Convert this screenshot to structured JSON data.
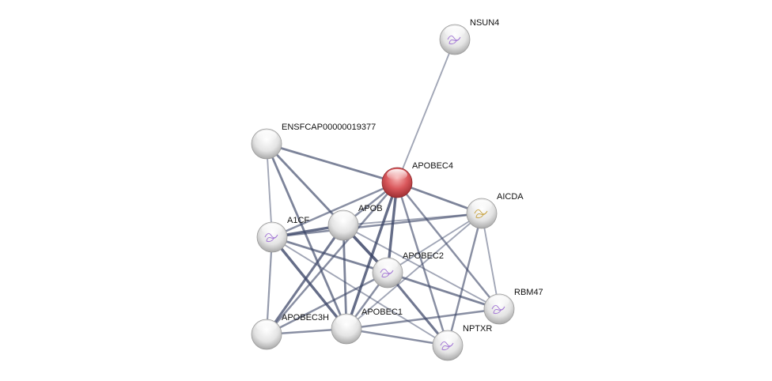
{
  "network": {
    "nodes": [
      {
        "id": "NSUN4",
        "label": "NSUN4",
        "query": false,
        "structure": "purple"
      },
      {
        "id": "ENSFCAP00000019377",
        "label": "ENSFCAP00000019377",
        "query": false,
        "structure": "none"
      },
      {
        "id": "APOBEC4",
        "label": "APOBEC4",
        "query": true,
        "structure": "none"
      },
      {
        "id": "AICDA",
        "label": "AICDA",
        "query": false,
        "structure": "gold"
      },
      {
        "id": "APOB",
        "label": "APOB",
        "query": false,
        "structure": "none"
      },
      {
        "id": "A1CF",
        "label": "A1CF",
        "query": false,
        "structure": "purple"
      },
      {
        "id": "APOBEC2",
        "label": "APOBEC2",
        "query": false,
        "structure": "purple"
      },
      {
        "id": "RBM47",
        "label": "RBM47",
        "query": false,
        "structure": "purple"
      },
      {
        "id": "APOBEC3H",
        "label": "APOBEC3H",
        "query": false,
        "structure": "none"
      },
      {
        "id": "APOBEC1",
        "label": "APOBEC1",
        "query": false,
        "structure": "none"
      },
      {
        "id": "NPTXR",
        "label": "NPTXR",
        "query": false,
        "structure": "purple"
      }
    ],
    "edges": [
      [
        "NSUN4",
        "APOBEC4",
        0.3
      ],
      [
        "ENSFCAP00000019377",
        "APOBEC4",
        0.6
      ],
      [
        "ENSFCAP00000019377",
        "A1CF",
        0.3
      ],
      [
        "ENSFCAP00000019377",
        "APOB",
        0.6
      ],
      [
        "ENSFCAP00000019377",
        "APOBEC1",
        0.6
      ],
      [
        "APOBEC4",
        "AICDA",
        0.6
      ],
      [
        "APOBEC4",
        "A1CF",
        0.5
      ],
      [
        "APOBEC4",
        "APOB",
        0.5
      ],
      [
        "APOBEC4",
        "APOBEC2",
        0.8
      ],
      [
        "APOBEC4",
        "APOBEC1",
        0.8
      ],
      [
        "APOBEC4",
        "APOBEC3H",
        0.5
      ],
      [
        "APOBEC4",
        "NPTXR",
        0.5
      ],
      [
        "APOBEC4",
        "RBM47",
        0.5
      ],
      [
        "A1CF",
        "AICDA",
        0.5
      ],
      [
        "A1CF",
        "APOB",
        0.8
      ],
      [
        "A1CF",
        "APOBEC2",
        0.6
      ],
      [
        "A1CF",
        "APOBEC1",
        0.8
      ],
      [
        "A1CF",
        "APOBEC3H",
        0.4
      ],
      [
        "A1CF",
        "NPTXR",
        0.3
      ],
      [
        "APOB",
        "AICDA",
        0.3
      ],
      [
        "APOB",
        "APOBEC2",
        0.9
      ],
      [
        "APOB",
        "APOBEC1",
        0.6
      ],
      [
        "APOB",
        "APOBEC3H",
        0.7
      ],
      [
        "APOB",
        "RBM47",
        0.3
      ],
      [
        "APOBEC2",
        "APOBEC1",
        0.5
      ],
      [
        "APOBEC2",
        "APOBEC3H",
        0.5
      ],
      [
        "APOBEC2",
        "RBM47",
        0.6
      ],
      [
        "APOBEC2",
        "NPTXR",
        0.7
      ],
      [
        "APOBEC2",
        "AICDA",
        0.3
      ],
      [
        "AICDA",
        "RBM47",
        0.3
      ],
      [
        "AICDA",
        "NPTXR",
        0.5
      ],
      [
        "AICDA",
        "APOBEC1",
        0.3
      ],
      [
        "RBM47",
        "APOBEC1",
        0.5
      ],
      [
        "APOBEC3H",
        "APOBEC1",
        0.5
      ],
      [
        "APOBEC1",
        "NPTXR",
        0.5
      ]
    ]
  },
  "colors": {
    "query_node": "#d9575b",
    "node": "#e6e6e6",
    "edge": "#3a4466"
  }
}
